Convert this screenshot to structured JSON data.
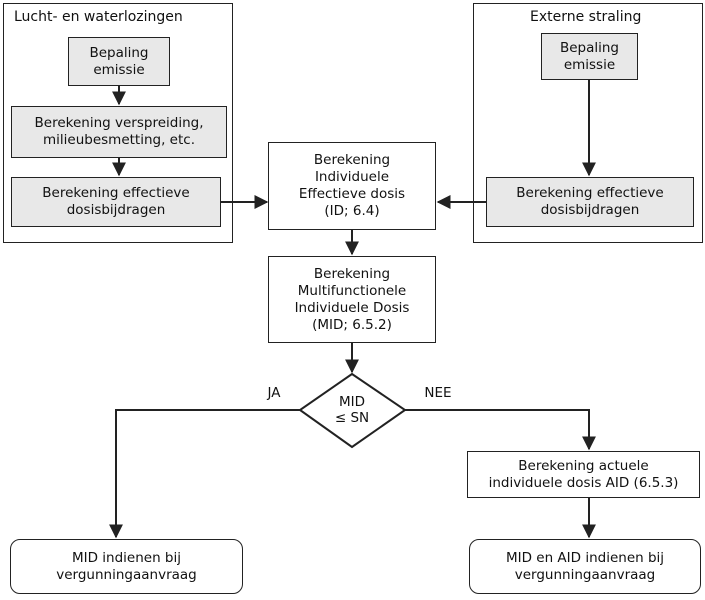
{
  "groups": {
    "lucht": {
      "title": "Lucht- en waterlozingen"
    },
    "extern": {
      "title": "Externe straling"
    }
  },
  "nodes": {
    "bepaling_emissie_left": "Bepaling\nemissie",
    "berekening_verspreiding": "Berekening verspreiding,\nmilieubesmetting, etc.",
    "berekening_effectieve_left": "Berekening effectieve\ndosisbijdragen",
    "bepaling_emissie_right": "Bepaling\nemissie",
    "berekening_effectieve_right": "Berekening effectieve\ndosisbijdragen",
    "berekening_id": "Berekening\nIndividuele\nEffectieve dosis\n(ID; 6.4)",
    "berekening_mid": "Berekening\nMultifunctionele\nIndividuele Dosis\n(MID; 6.5.2)",
    "decision": "MID\n≤ SN",
    "berekening_aid": "Berekening actuele\nindividuele dosis AID (6.5.3)",
    "result_left": "MID indienen bij\nvergunningaanvraag",
    "result_right": "MID en AID indienen bij\nvergunningaanvraag"
  },
  "branch_labels": {
    "yes": "JA",
    "no": "NEE"
  },
  "colors": {
    "stroke": "#222222",
    "box_fill_gray": "#e8e8e8",
    "box_fill_white": "#ffffff"
  }
}
